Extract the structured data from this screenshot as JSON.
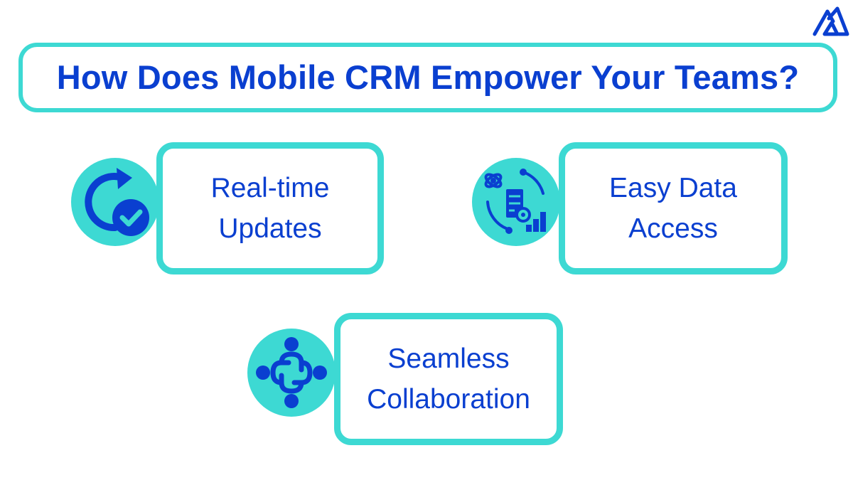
{
  "title": "How Does Mobile CRM Empower Your Teams?",
  "logo": {
    "icon": "mountain-logo-icon"
  },
  "features": [
    {
      "label": "Real-time\nUpdates",
      "icon": "refresh-check-icon"
    },
    {
      "label": "Easy Data\nAccess",
      "icon": "data-server-analytics-icon"
    },
    {
      "label": "Seamless\nCollaboration",
      "icon": "team-collaboration-icon"
    }
  ],
  "colors": {
    "accent": "#3dd9d3",
    "text": "#0a3fd0",
    "background": "#ffffff"
  }
}
